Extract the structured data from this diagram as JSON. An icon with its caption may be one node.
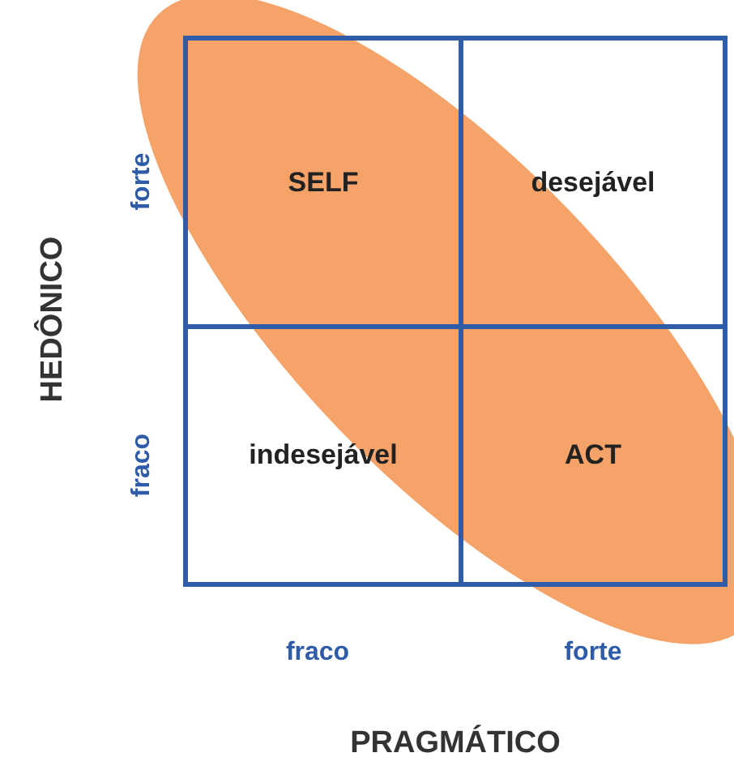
{
  "diagram": {
    "nodes": [
      {
        "text": [
          "SELF"
        ]
      },
      {
        "text": [
          "desejável"
        ]
      },
      {
        "text": [
          "indesejável"
        ]
      },
      {
        "text": [
          "ACT"
        ]
      }
    ],
    "labels": [
      "forte",
      "fraco",
      "HEDÔNICO",
      "fraco",
      "forte",
      "PRAGMÁTICO"
    ]
  }
}
